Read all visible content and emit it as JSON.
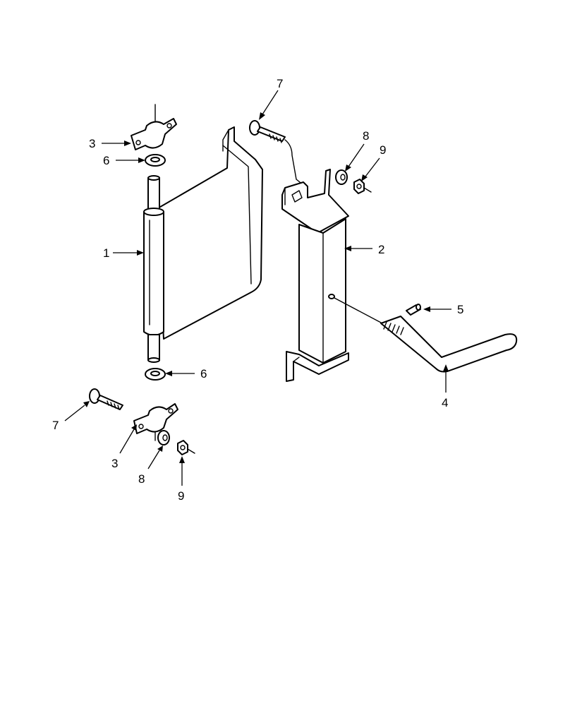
{
  "callouts": [
    {
      "id": "c1",
      "label": "1"
    },
    {
      "id": "c2",
      "label": "2"
    },
    {
      "id": "c3a",
      "label": "3"
    },
    {
      "id": "c3b",
      "label": "3"
    },
    {
      "id": "c4",
      "label": "4"
    },
    {
      "id": "c5",
      "label": "5"
    },
    {
      "id": "c6a",
      "label": "6"
    },
    {
      "id": "c6b",
      "label": "6"
    },
    {
      "id": "c7a",
      "label": "7"
    },
    {
      "id": "c7b",
      "label": "7"
    },
    {
      "id": "c8a",
      "label": "8"
    },
    {
      "id": "c8b",
      "label": "8"
    },
    {
      "id": "c9a",
      "label": "9"
    },
    {
      "id": "c9b",
      "label": "9"
    }
  ]
}
